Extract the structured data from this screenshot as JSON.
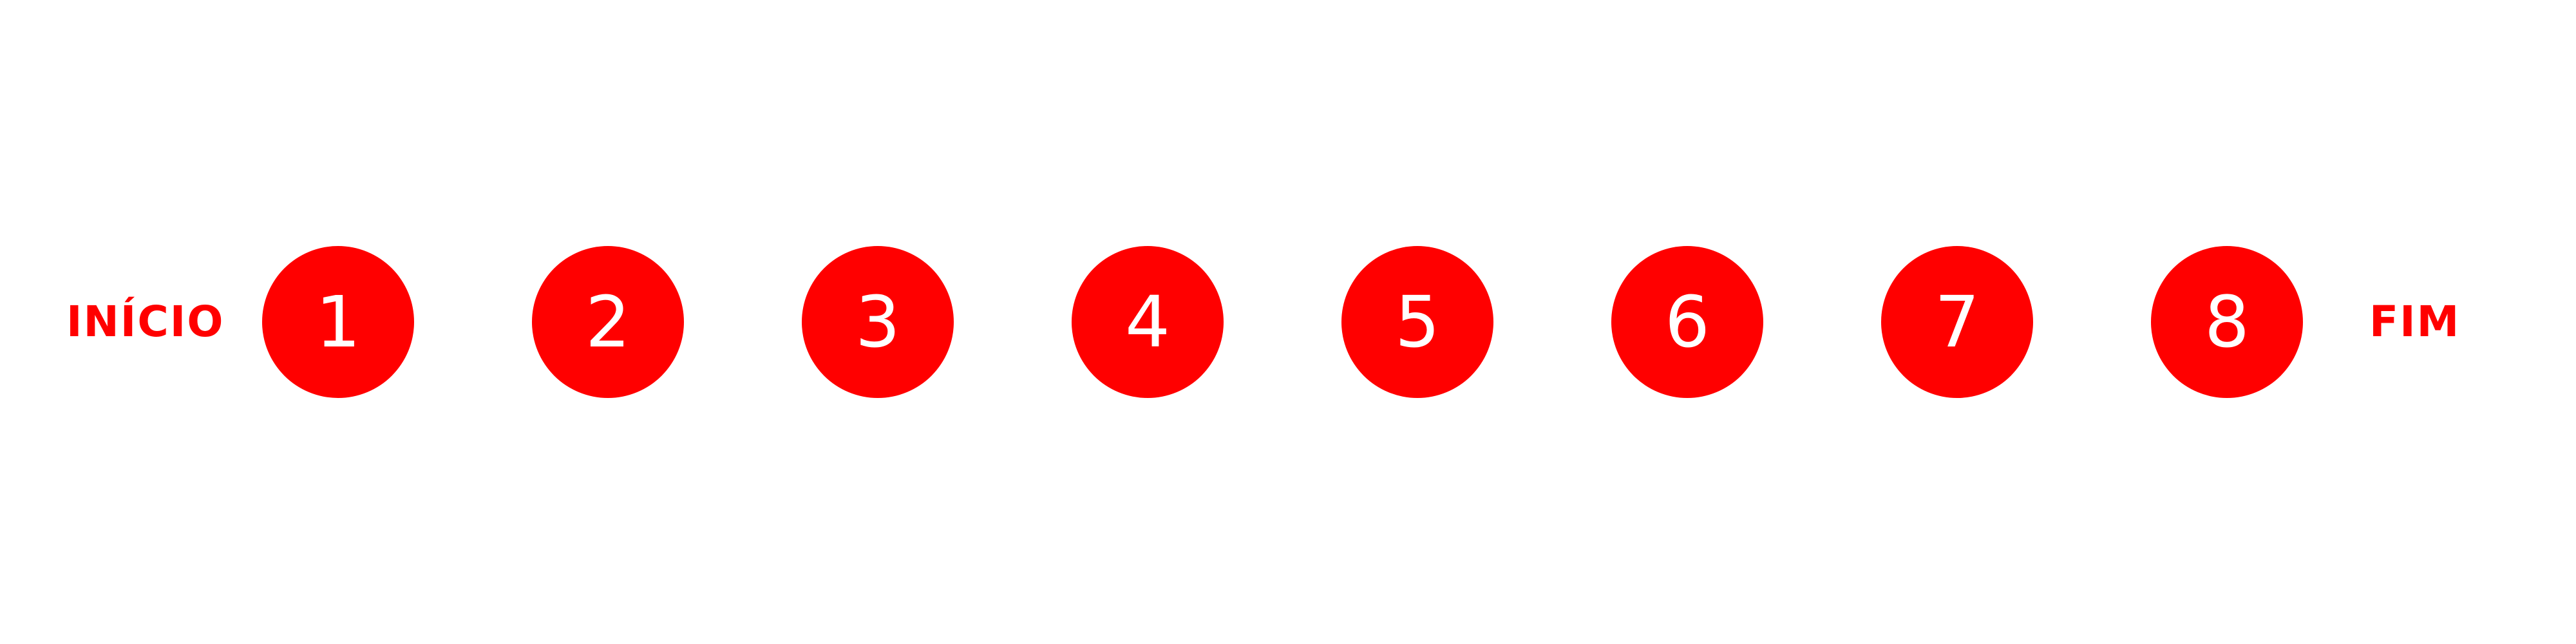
{
  "start_label": "INÍCIO",
  "end_label": "FIM",
  "steps": [
    "1",
    "2",
    "3",
    "4",
    "5",
    "6",
    "7",
    "8"
  ],
  "colors": {
    "accent": "#ff0000",
    "number": "#ffffff",
    "background": "#ffffff"
  }
}
